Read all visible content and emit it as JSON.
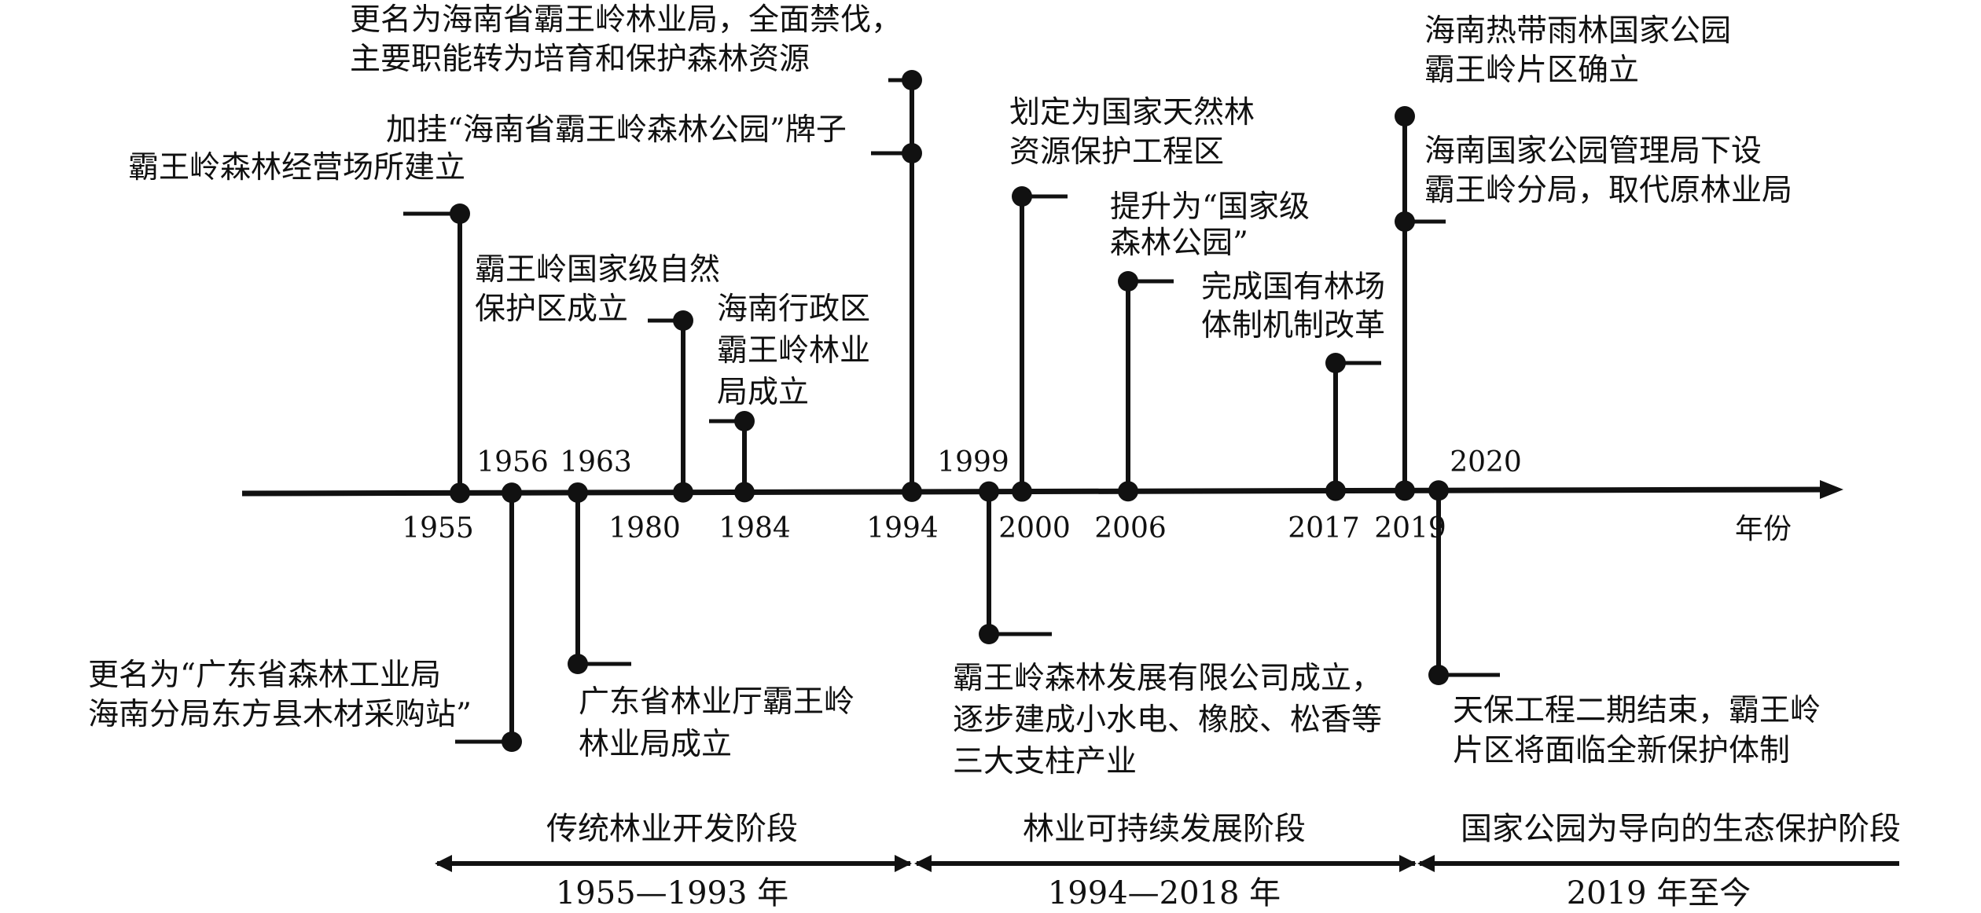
{
  "axis": {
    "label": "年份"
  },
  "events": [
    {
      "year": "1955",
      "side": "up",
      "text_lines": [
        "霸王岭森林经营场所建立"
      ]
    },
    {
      "year": "1956",
      "side": "down",
      "text_lines": [
        "更名为“广东省森林工业局",
        "海南分局东方县木材采购站”"
      ]
    },
    {
      "year": "1963",
      "side": "down",
      "text_lines": [
        "广东省林业厅霸王岭",
        "林业局成立"
      ]
    },
    {
      "year": "1980",
      "side": "up",
      "text_lines": [
        "霸王岭国家级自然",
        "保护区成立"
      ]
    },
    {
      "year": "1984",
      "side": "up",
      "text_lines": [
        "海南行政区",
        "霸王岭林业",
        "局成立"
      ]
    },
    {
      "year": "1994",
      "side": "up",
      "text_lines": [
        "更名为海南省霸王岭林业局，全面禁伐，",
        "主要职能转为培育和保护森林资源"
      ]
    },
    {
      "year": "1994",
      "side": "up",
      "text_lines": [
        "加挂“海南省霸王岭森林公园”牌子"
      ]
    },
    {
      "year": "1999",
      "side": "down",
      "text_lines": [
        "霸王岭森林发展有限公司成立，",
        "逐步建成小水电、橡胶、松香等",
        "三大支柱产业"
      ]
    },
    {
      "year": "2000",
      "side": "up",
      "text_lines": [
        "划定为国家天然林",
        "资源保护工程区"
      ]
    },
    {
      "year": "2006",
      "side": "up",
      "text_lines": [
        "提升为“国家级",
        "森林公园”"
      ]
    },
    {
      "year": "2017",
      "side": "up",
      "text_lines": [
        "完成国有林场",
        "体制机制改革"
      ]
    },
    {
      "year": "2019",
      "side": "up",
      "text_lines": [
        "海南热带雨林国家公园",
        "霸王岭片区确立"
      ]
    },
    {
      "year": "2019",
      "side": "up",
      "text_lines": [
        "海南国家公园管理局下设",
        "霸王岭分局，取代原林业局"
      ]
    },
    {
      "year": "2020",
      "side": "down",
      "text_lines": [
        "天保工程二期结束，霸王岭",
        "片区将面临全新保护体制"
      ]
    }
  ],
  "stages": [
    {
      "name": "传统林业开发阶段",
      "period": "1955—1993 年"
    },
    {
      "name": "林业可持续发展阶段",
      "period": "1994—2018 年"
    },
    {
      "name": "国家公园为导向的生态保护阶段",
      "period": "2019 年至今"
    }
  ]
}
